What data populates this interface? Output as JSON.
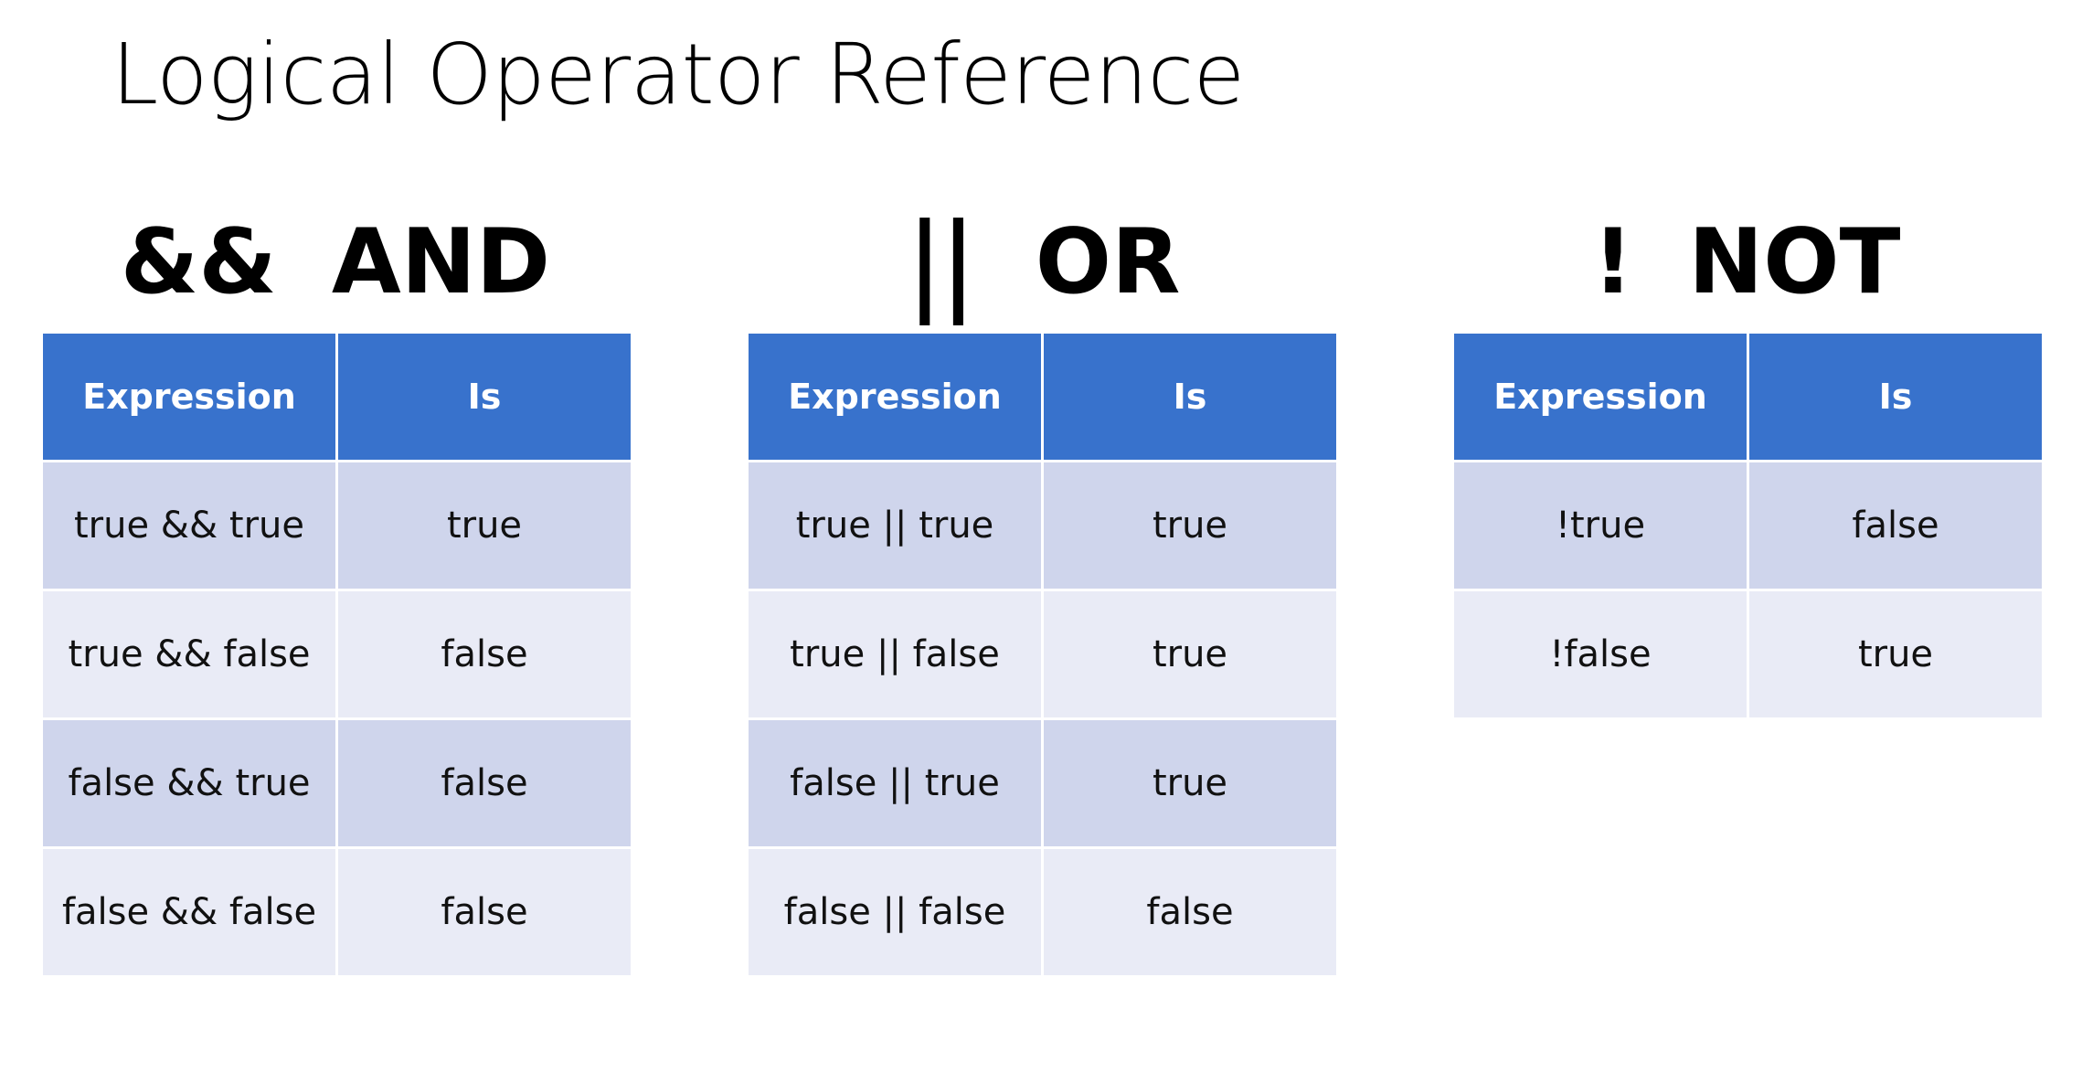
{
  "title": "Logical Operator Reference",
  "operators": [
    {
      "symbol": "&&",
      "name": "AND",
      "headers": [
        "Expression",
        "Is"
      ],
      "rows": [
        [
          "true && true",
          "true"
        ],
        [
          "true && false",
          "false"
        ],
        [
          "false && true",
          "false"
        ],
        [
          "false && false",
          "false"
        ]
      ]
    },
    {
      "symbol": "||",
      "name": "OR",
      "headers": [
        "Expression",
        "Is"
      ],
      "rows": [
        [
          "true || true",
          "true"
        ],
        [
          "true || false",
          "true"
        ],
        [
          "false || true",
          "true"
        ],
        [
          "false || false",
          "false"
        ]
      ]
    },
    {
      "symbol": "!",
      "name": "NOT",
      "headers": [
        "Expression",
        "Is"
      ],
      "rows": [
        [
          "!true",
          "false"
        ],
        [
          "!false",
          "true"
        ]
      ]
    }
  ],
  "colors": {
    "header_bg": "#3872cc",
    "row_dark": "#cfd5ec",
    "row_light": "#e9ebf6"
  }
}
